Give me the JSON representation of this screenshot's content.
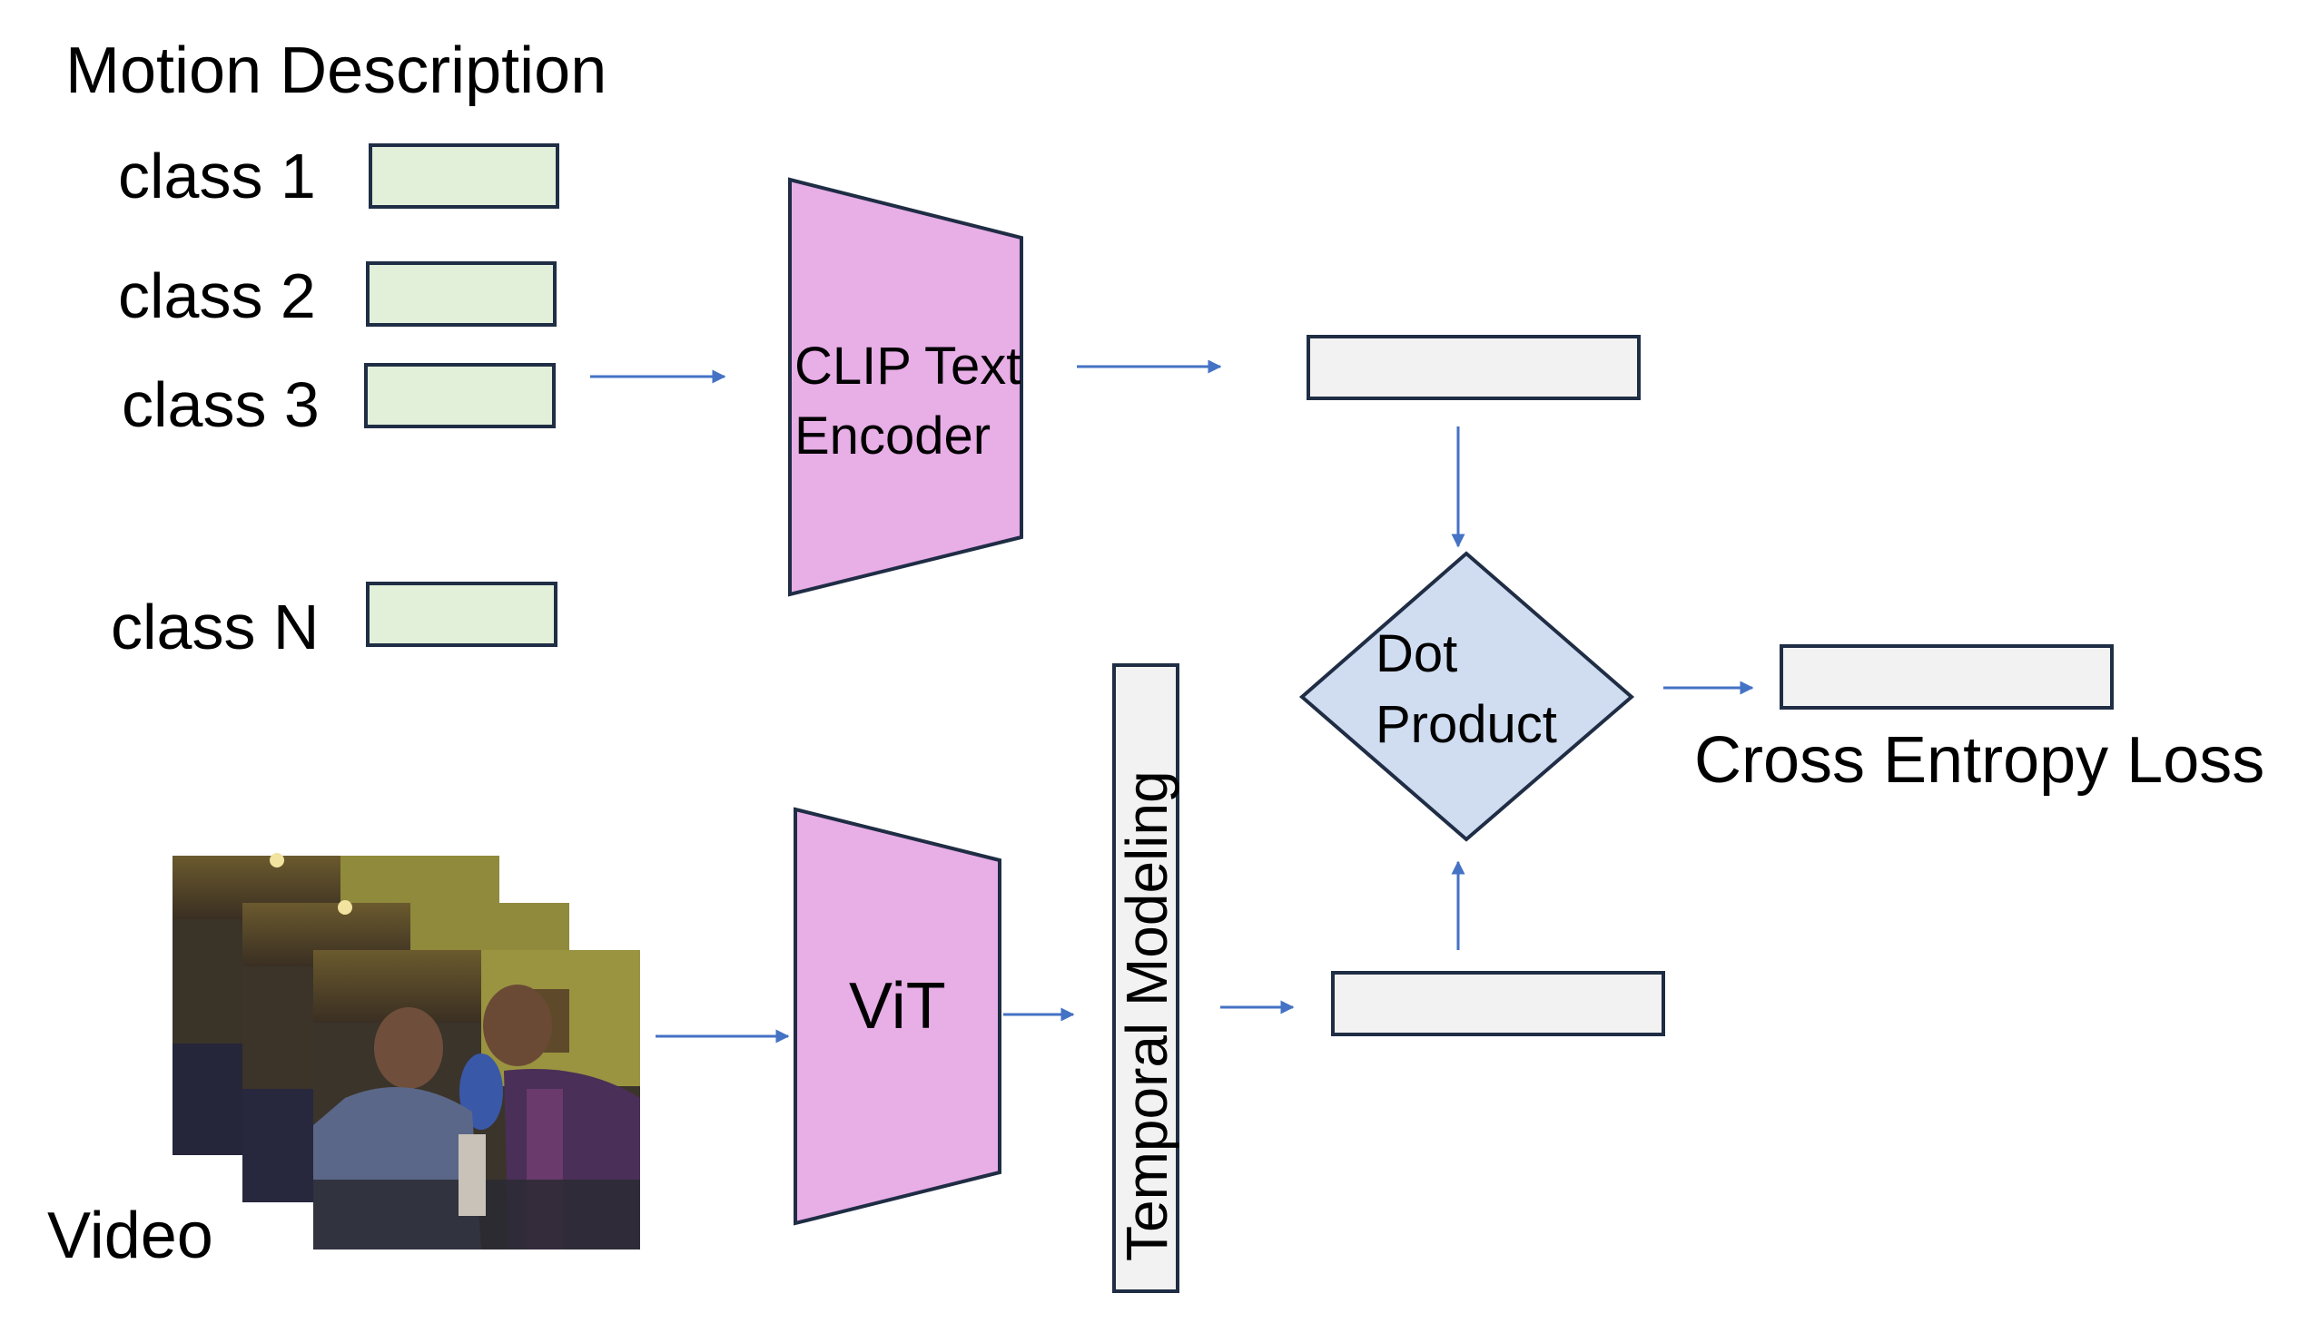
{
  "title": "Motion Description",
  "classes": [
    "class 1",
    "class 2",
    "class 3",
    "class N"
  ],
  "encoders": {
    "text_line1": "CLIP Text",
    "text_line2": "Encoder",
    "vision": "ViT"
  },
  "temporal": "Temporal Modeling",
  "dot_product_line1": "Dot",
  "dot_product_line2": "Product",
  "loss": "Cross Entropy Loss",
  "video": "Video",
  "colors": {
    "class_box_fill": "#e2efd9",
    "encoder_fill": "#e8aee6",
    "feature_fill": "#f2f2f2",
    "diamond_fill": "#d0dcf0",
    "stroke": "#1f2d45",
    "arrow": "#4472c4"
  },
  "icons": {
    "video_frames": "video-frames-image"
  }
}
